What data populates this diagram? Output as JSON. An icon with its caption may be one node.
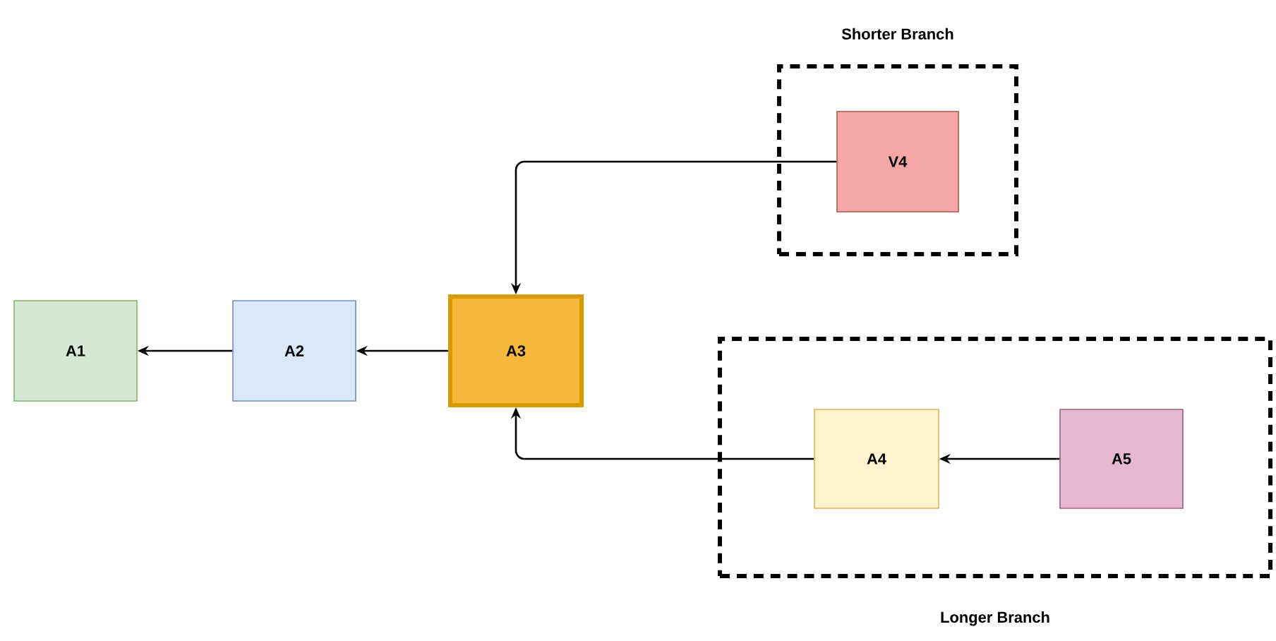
{
  "diagram": {
    "nodes": [
      {
        "text": [
          "Shorter Branch"
        ]
      },
      {
        "text": [
          "V4"
        ],
        "in": 0
      },
      {
        "text": [
          "A1"
        ]
      },
      {
        "text": [
          "A2"
        ]
      },
      {
        "text": [
          "A3"
        ]
      },
      {
        "text": [
          "Longer Branch"
        ]
      },
      {
        "text": [
          "A4"
        ],
        "in": 5
      },
      {
        "text": [
          "A5"
        ],
        "in": 5
      }
    ],
    "edges": [
      {
        "from": 1,
        "to": 4,
        "arrow": "to"
      },
      {
        "from": 3,
        "to": 2,
        "arrow": "to"
      },
      {
        "from": 4,
        "to": 3,
        "arrow": "to"
      },
      {
        "from": 6,
        "to": 4,
        "arrow": "to"
      },
      {
        "from": 7,
        "to": 6,
        "arrow": "to"
      }
    ]
  }
}
